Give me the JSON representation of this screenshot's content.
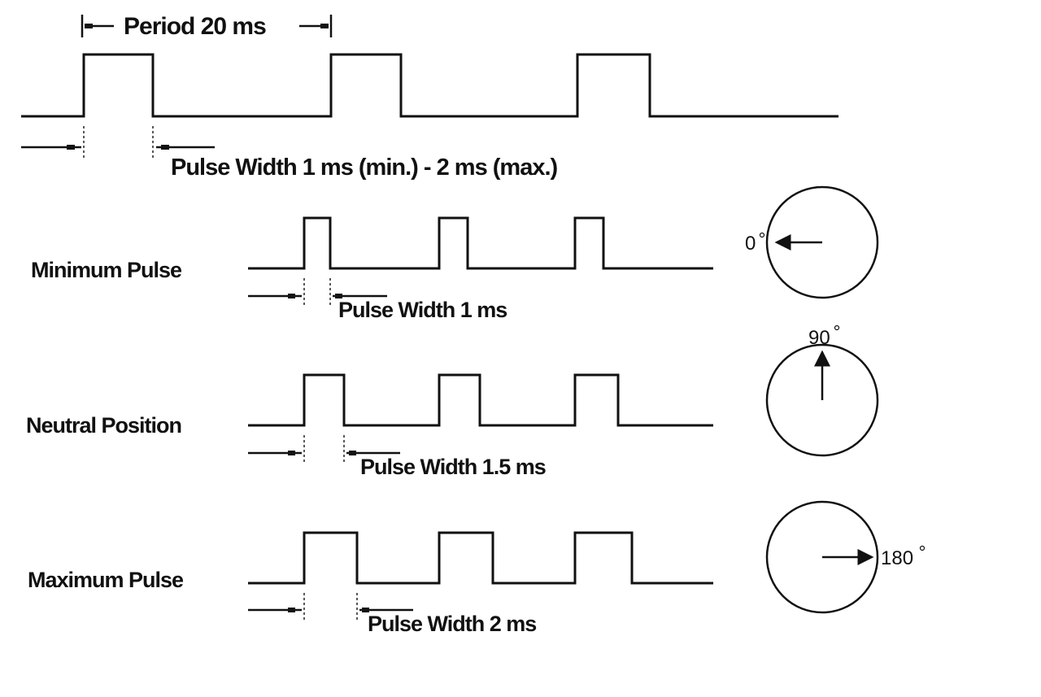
{
  "top": {
    "period_label": "Period 20 ms",
    "pulse_width_label": "Pulse Width 1 ms (min.) - 2 ms (max.)"
  },
  "rows": [
    {
      "name": "Minimum Pulse",
      "pulse_width_label": "Pulse Width 1 ms",
      "angle_label": "0",
      "pulse_ms": 1.0,
      "angle_deg": 0
    },
    {
      "name": "Neutral Position",
      "pulse_width_label": "Pulse Width 1.5 ms",
      "angle_label": "90",
      "pulse_ms": 1.5,
      "angle_deg": 90
    },
    {
      "name": "Maximum Pulse",
      "pulse_width_label": "Pulse Width 2 ms",
      "angle_label": "180",
      "pulse_ms": 2.0,
      "angle_deg": 180
    }
  ]
}
